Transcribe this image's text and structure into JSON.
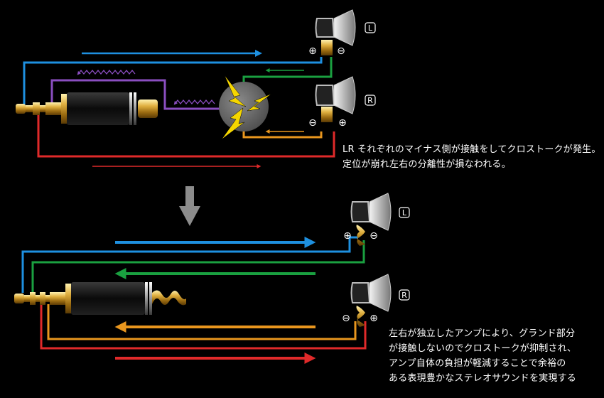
{
  "diagram": {
    "top": {
      "caption_lines": [
        "LR それぞれのマイナス側が接触をしてクロストークが発生。",
        "定位が崩れ左右の分離性が損なわれる。"
      ],
      "left_label": "L",
      "right_label": "R",
      "plus_sign": "⊕",
      "minus_sign": "⊖"
    },
    "bottom": {
      "caption_lines": [
        "左右が独立したアンプにより、グランド部分",
        "が接触しないのでクロストークが抑制され、",
        "アンプ自体の負担が軽減することで余裕の",
        "ある表現豊かなステレオサウンドを実現する"
      ],
      "left_label": "L",
      "right_label": "R",
      "plus_sign": "⊕",
      "minus_sign": "⊖"
    },
    "colors": {
      "left_signal": "#1e90e0",
      "right_signal": "#e02a2a",
      "left_ground": "#1aa040",
      "right_ground": "#e8961e",
      "shared_ground": "#8a4ec0",
      "spark": "#f5d600",
      "arrow_gray": "#8c8c8c",
      "gold": "#c8a030"
    }
  }
}
